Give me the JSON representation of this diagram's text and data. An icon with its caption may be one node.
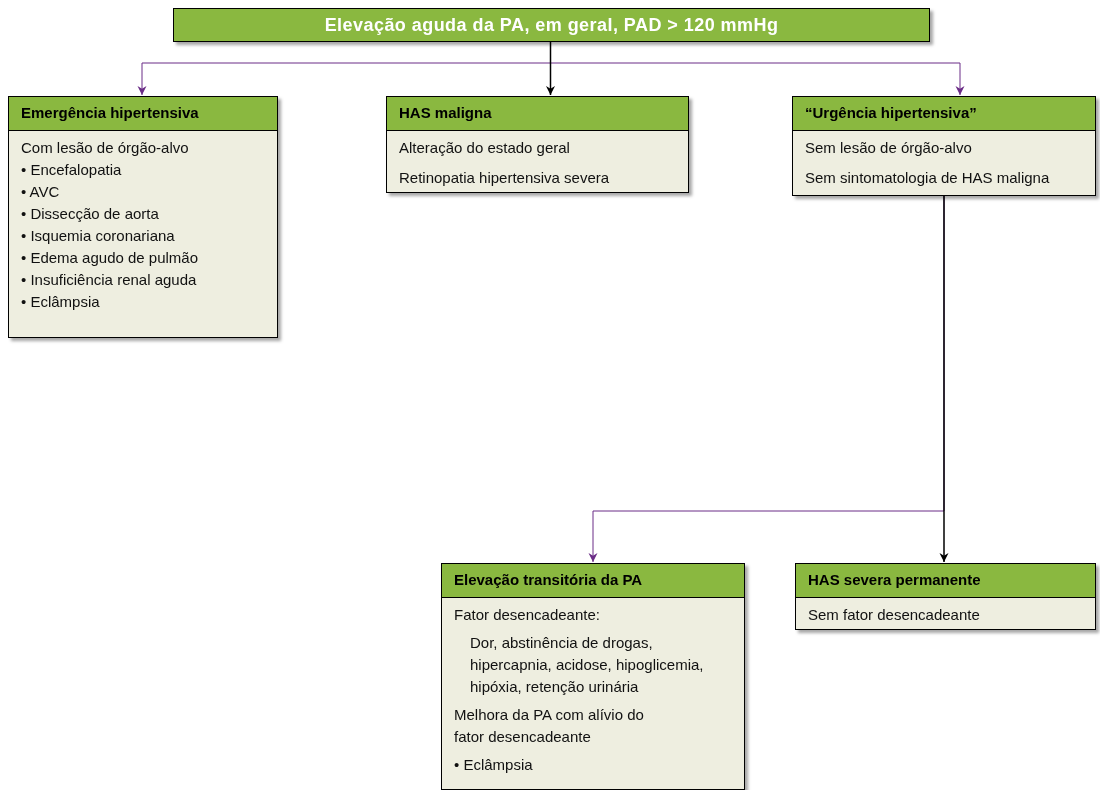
{
  "diagram": {
    "nodes": [
      {
        "text": [
          "Elevação aguda da PA, em geral, PAD > 120 mmHg"
        ]
      },
      {
        "text": [
          "Emergência hipertensiva",
          "Com lesão de órgão-alvo",
          "• Encefalopatia",
          "• AVC",
          "• Dissecção de aorta",
          "• Isquemia coronariana",
          "• Edema agudo de pulmão",
          "• Insuficiência renal aguda",
          "• Eclâmpsia"
        ]
      },
      {
        "text": [
          "HAS maligna",
          "Alteração do estado geral",
          "Retinopatia hipertensiva severa"
        ]
      },
      {
        "text": [
          "“Urgência hipertensiva”",
          "Sem lesão de órgão-alvo",
          "Sem sintomatologia de HAS maligna"
        ]
      },
      {
        "text": [
          "Elevação transitória da PA",
          "Fator desencadeante:",
          "Dor, abstinência de drogas, hipercapnia, acidose, hipoglicemia, hipóxia, retenção urinária",
          "Melhora da PA com alívio do fator desencadeante",
          "• Eclâmpsia"
        ]
      },
      {
        "text": [
          "HAS severa permanente",
          "Sem fator desencadeante"
        ]
      }
    ],
    "edges": [
      {
        "from": 0,
        "to": 1,
        "arrow": "to"
      },
      {
        "from": 0,
        "to": 2,
        "arrow": "to",
        "color": "#000000"
      },
      {
        "from": 0,
        "to": 3,
        "arrow": "to"
      },
      {
        "from": 3,
        "to": 4,
        "arrow": "to"
      },
      {
        "from": 3,
        "to": 5,
        "arrow": "to",
        "color": "#000000"
      }
    ]
  }
}
